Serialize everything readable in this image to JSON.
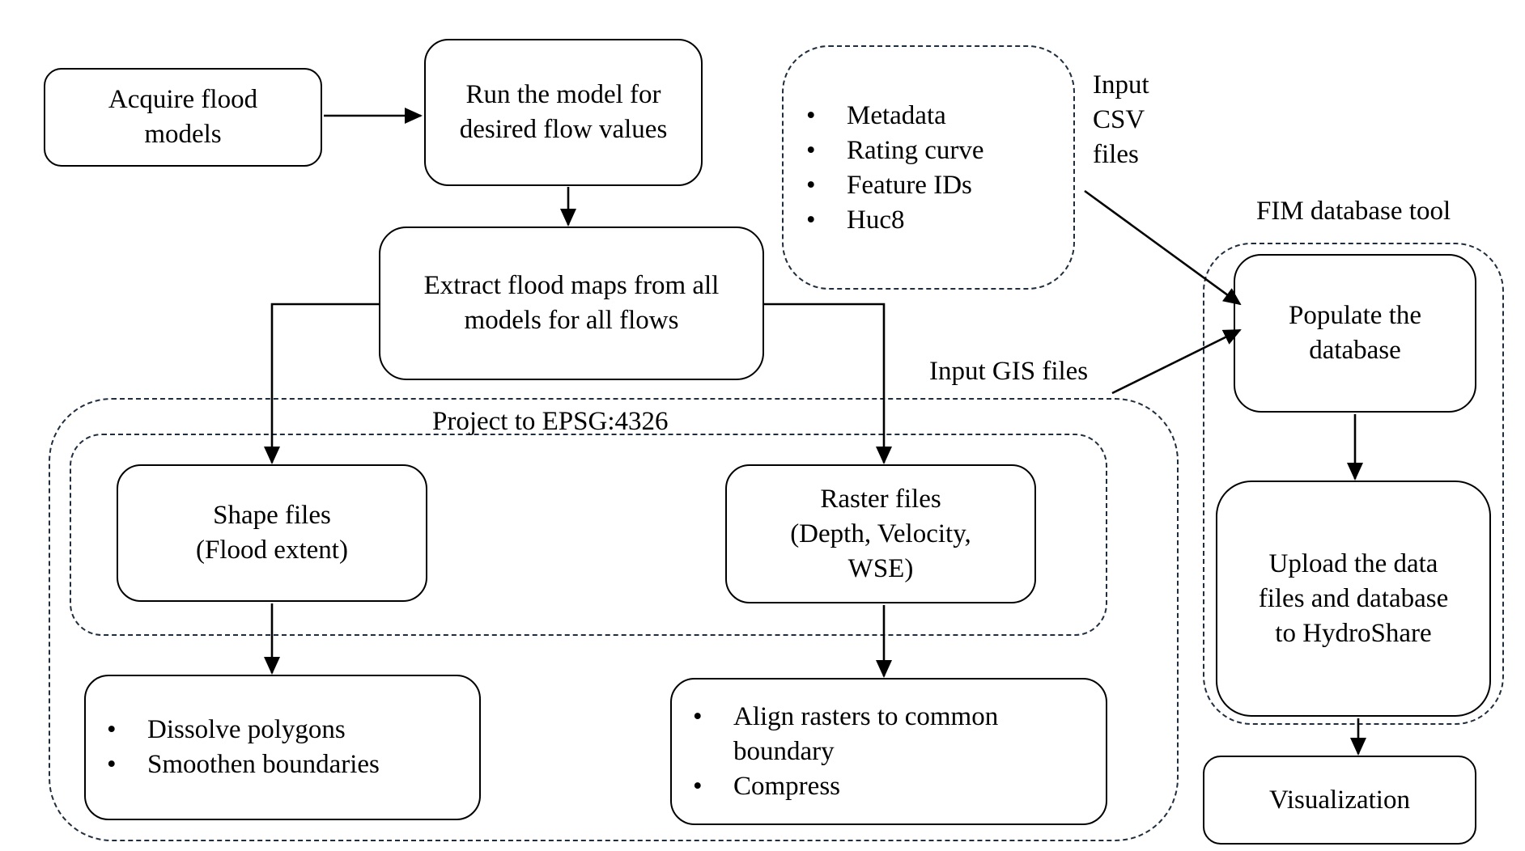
{
  "nodes": {
    "acquire": "Acquire flood\nmodels",
    "run_model": "Run the model for\ndesired flow values",
    "extract": "Extract flood maps from all\nmodels for all flows",
    "shape_files": "Shape files\n(Flood extent)",
    "raster_files": "Raster files\n(Depth, Velocity,\nWSE)",
    "populate": "Populate the\ndatabase",
    "upload": "Upload the data\nfiles and database\nto HydroShare",
    "visualization": "Visualization"
  },
  "csv_items": [
    "Metadata",
    "Rating curve",
    "Feature IDs",
    "Huc8"
  ],
  "shape_steps": [
    "Dissolve polygons",
    "Smoothen boundaries"
  ],
  "raster_steps": [
    "Align rasters to common boundary",
    "Compress"
  ],
  "labels": {
    "input_csv": "Input\nCSV\nfiles",
    "fim_tool": "FIM database tool",
    "input_gis": "Input GIS files",
    "project": "Project to EPSG:4326"
  }
}
